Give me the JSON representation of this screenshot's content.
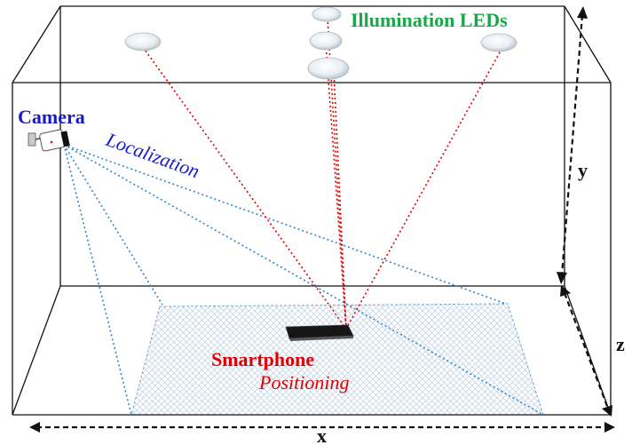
{
  "labels": {
    "leds": "Illumination LEDs",
    "camera": "Camera",
    "localization": "Localization",
    "smartphone": "Smartphone",
    "positioning": "Positioning",
    "axis_x": "x",
    "axis_y": "y",
    "axis_z": "z"
  },
  "colors": {
    "leds_label": "#18a84a",
    "camera_label": "#1a1acc",
    "localization_label": "#1a1acc",
    "smartphone_label": "#e00000",
    "positioning_label": "#e00000",
    "led_ray": "#e00000",
    "camera_ray": "#2f86c8",
    "box_edge": "#111111",
    "floor_grid": "#b9cfe6"
  }
}
